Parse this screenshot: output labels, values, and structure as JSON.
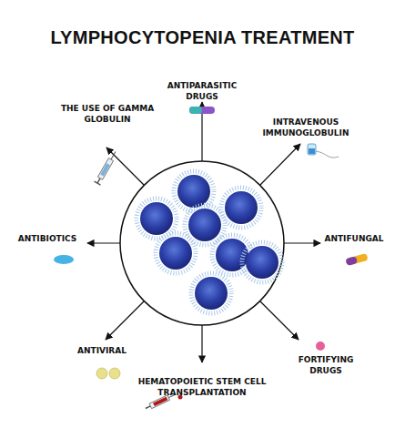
{
  "diagram": {
    "title": "LYMPHOCYTOPENIA TREATMENT",
    "labels": [
      "ANTIPARASITIC DRUGS",
      "THE USE OF GAMMA GLOBULIN",
      "INTRAVENOUS IMMUNOGLOBULIN",
      "ANTIBIOTICS",
      "ANTIFUNGAL",
      "ANTIVIRAL",
      "FORTIFYING DRUGS",
      "HEMATOPOIETIC STEM CELL TRANSPLANTATION"
    ]
  }
}
